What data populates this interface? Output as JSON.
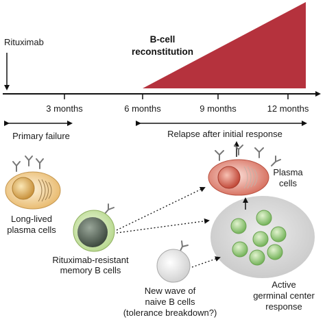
{
  "timeline": {
    "start_label": "Rituximab",
    "ticks": [
      "3 months",
      "6 months",
      "9 months",
      "12 months"
    ],
    "reconstitution_label_line1": "B-cell",
    "reconstitution_label_line2": "reconstitution"
  },
  "phases": {
    "primary_failure": "Primary failure",
    "relapse": "Relapse after initial response"
  },
  "cells": {
    "long_lived_line1": "Long-lived",
    "long_lived_line2": "plasma cells",
    "memory_line1": "Rituximab-resistant",
    "memory_line2": "memory B cells",
    "naive_line1": "New wave of",
    "naive_line2": "naive B cells",
    "naive_line3": "(tolerance breakdown?)",
    "plasma_line1": "Plasma",
    "plasma_line2": "cells",
    "germinal_line1": "Active",
    "germinal_line2": "germinal center",
    "germinal_line3": "response"
  },
  "colors": {
    "reconstitution_fill": "#b5323d",
    "axis": "#111111"
  }
}
